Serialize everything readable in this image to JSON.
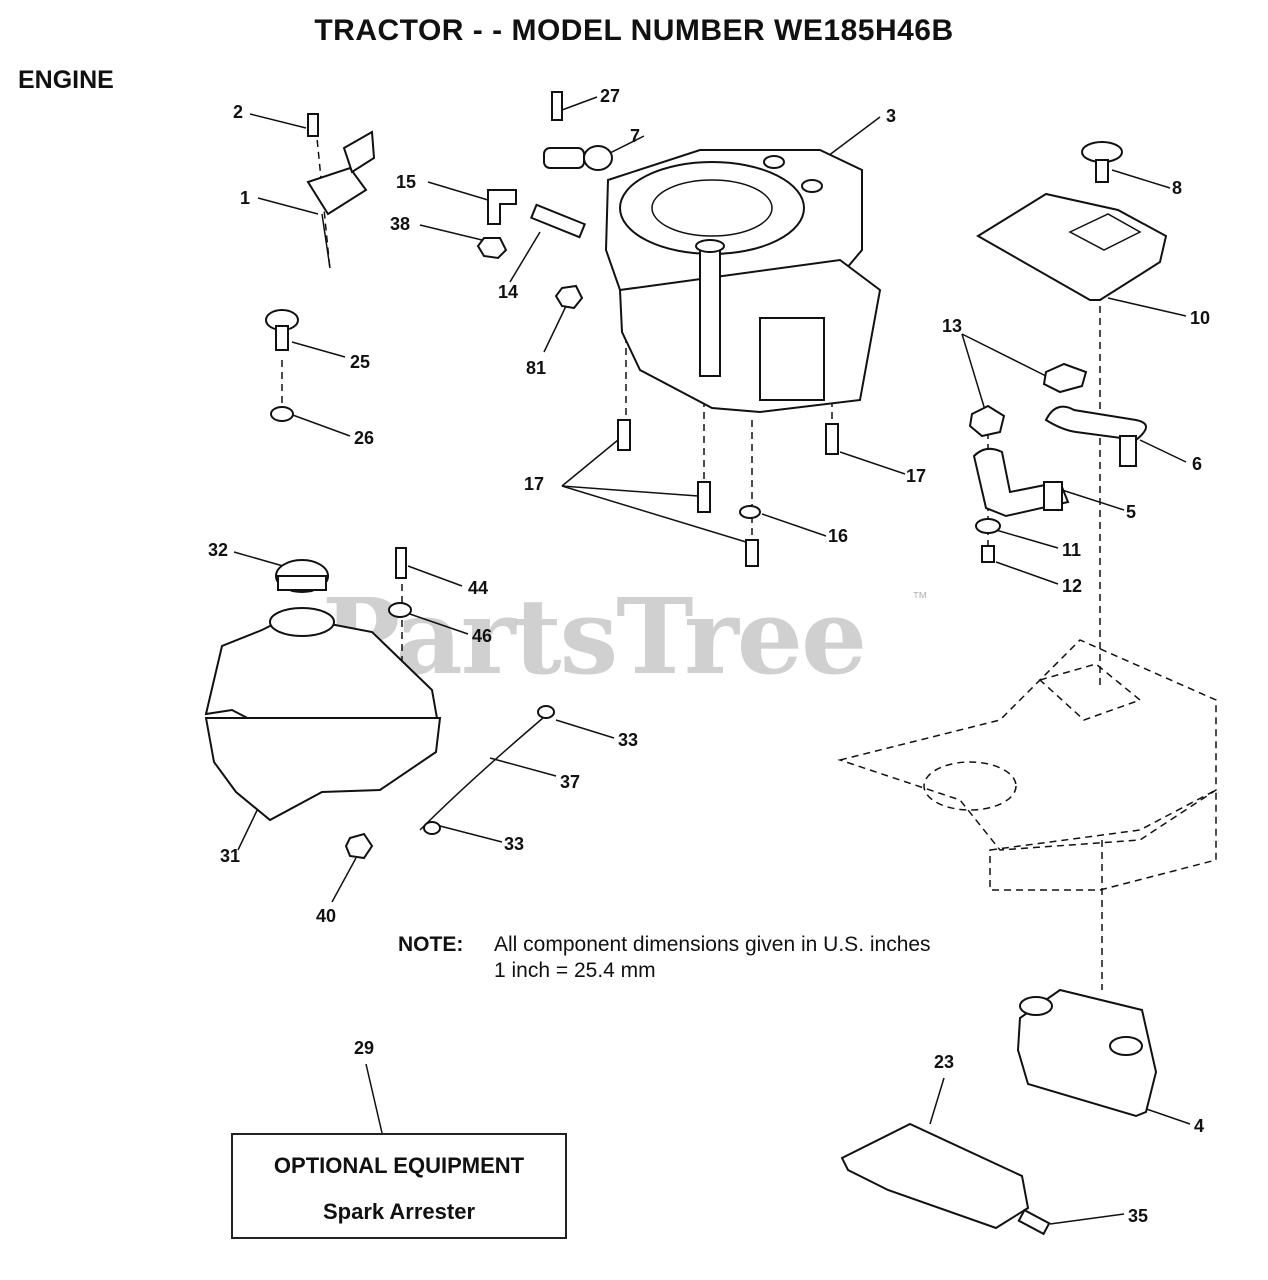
{
  "title": "TRACTOR - - MODEL NUMBER WE185H46B",
  "section": "ENGINE",
  "watermark": {
    "text": "PartsTree",
    "mark": "™"
  },
  "note": {
    "label": "NOTE:",
    "line1": "All component dimensions given in U.S. inches",
    "line2": "1 inch = 25.4 mm"
  },
  "optional_box": {
    "heading": "OPTIONAL EQUIPMENT",
    "item": "Spark Arrester"
  },
  "callouts": [
    "2",
    "1",
    "27",
    "7",
    "3",
    "15",
    "38",
    "14",
    "81",
    "8",
    "10",
    "13",
    "25",
    "26",
    "17",
    "17",
    "6",
    "5",
    "32",
    "44",
    "46",
    "16",
    "11",
    "12",
    "33",
    "37",
    "33",
    "31",
    "40",
    "29",
    "23",
    "4",
    "35"
  ]
}
